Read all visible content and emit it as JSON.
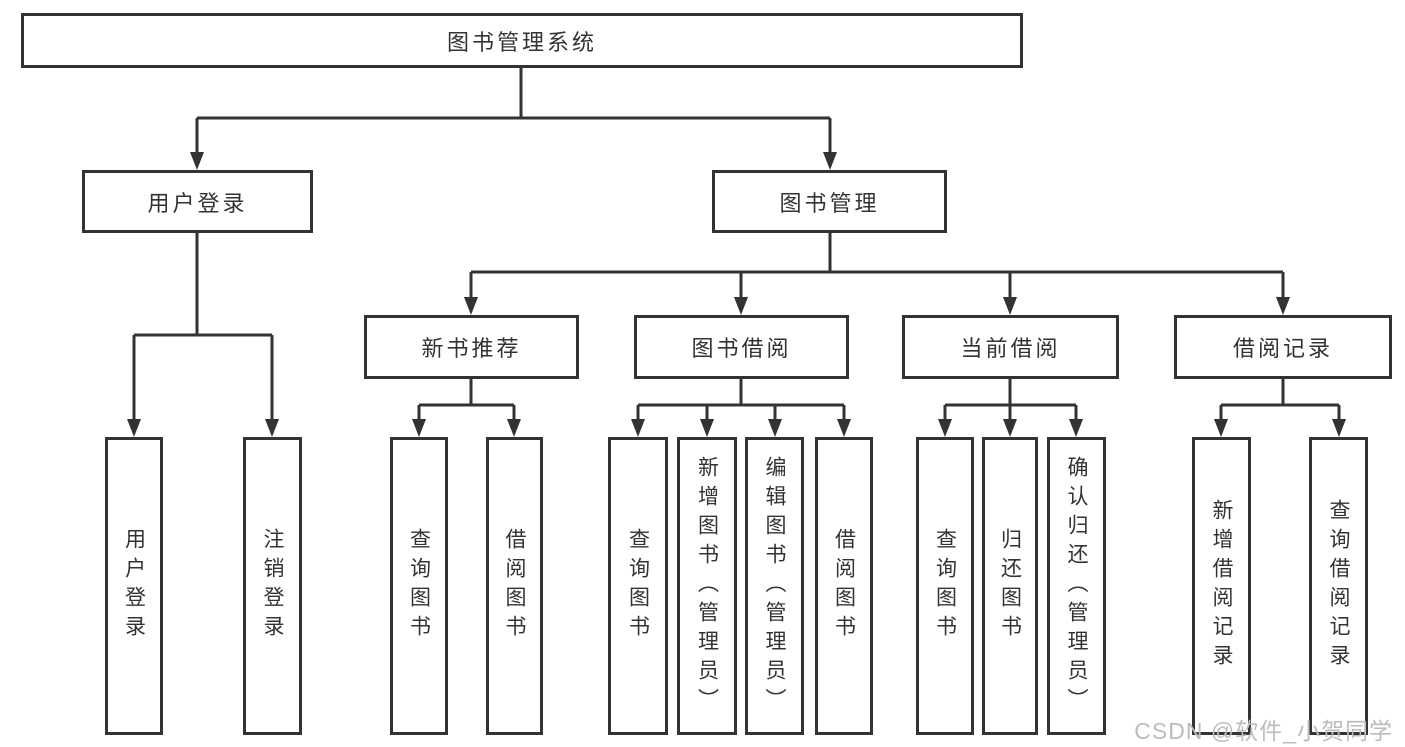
{
  "diagram": {
    "kind": "functional-structure-tree"
  },
  "colors": {
    "line": "#333333",
    "text": "#333333",
    "watermark": "#bcbcbc",
    "background": "#ffffff"
  },
  "nodes": {
    "root": {
      "label": "图书管理系统"
    },
    "branches": [
      {
        "label": "用户登录",
        "leaves": [
          "用户登录",
          "注销登录"
        ]
      },
      {
        "label": "图书管理",
        "groups": [
          {
            "label": "新书推荐",
            "leaves": [
              "查询图书",
              "借阅图书"
            ]
          },
          {
            "label": "图书借阅",
            "leaves": [
              "查询图书",
              "新增图书（管理员）",
              "编辑图书（管理员）",
              "借阅图书"
            ]
          },
          {
            "label": "当前借阅",
            "leaves": [
              "查询图书",
              "归还图书",
              "确认归还（管理员）"
            ]
          },
          {
            "label": "借阅记录",
            "leaves": [
              "新增借阅记录",
              "查询借阅记录"
            ]
          }
        ]
      }
    ]
  },
  "watermark": {
    "text": "CSDN @软件_小贺同学"
  }
}
